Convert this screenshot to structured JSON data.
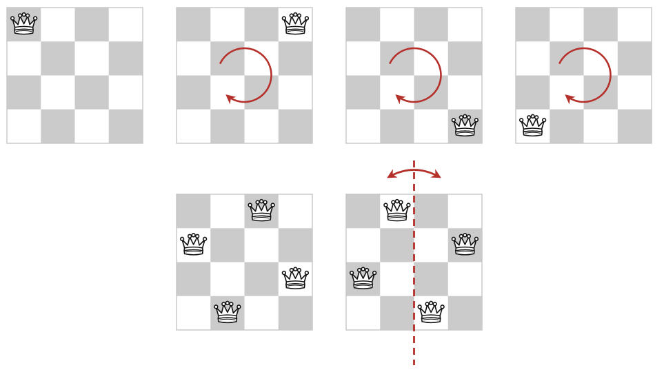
{
  "colors": {
    "dark_square": "#cbcbcb",
    "light_square": "#ffffff",
    "board_border": "#c6c6c6",
    "accent": "#b5302a",
    "piece_stroke": "#111111",
    "piece_fill": "#ffffff"
  },
  "board_size": 4,
  "dark_parity": 0,
  "piece_icon": "queen-icon",
  "boards": [
    {
      "name": "board-original",
      "queens": [
        [
          0,
          0
        ]
      ]
    },
    {
      "name": "board-rotate-90",
      "queens": [
        [
          0,
          3
        ]
      ],
      "overlay": "rotation-arrow-clockwise"
    },
    {
      "name": "board-rotate-180",
      "queens": [
        [
          3,
          3
        ]
      ],
      "overlay": "rotation-arrow-clockwise"
    },
    {
      "name": "board-rotate-270",
      "queens": [
        [
          3,
          0
        ]
      ],
      "overlay": "rotation-arrow-clockwise"
    },
    {
      "name": "board-solution",
      "queens": [
        [
          0,
          2
        ],
        [
          1,
          0
        ],
        [
          2,
          3
        ],
        [
          3,
          1
        ]
      ]
    },
    {
      "name": "board-solution-reflected",
      "queens": [
        [
          0,
          1
        ],
        [
          1,
          3
        ],
        [
          2,
          0
        ],
        [
          3,
          2
        ]
      ],
      "overlay": "reflection-axis"
    }
  ]
}
